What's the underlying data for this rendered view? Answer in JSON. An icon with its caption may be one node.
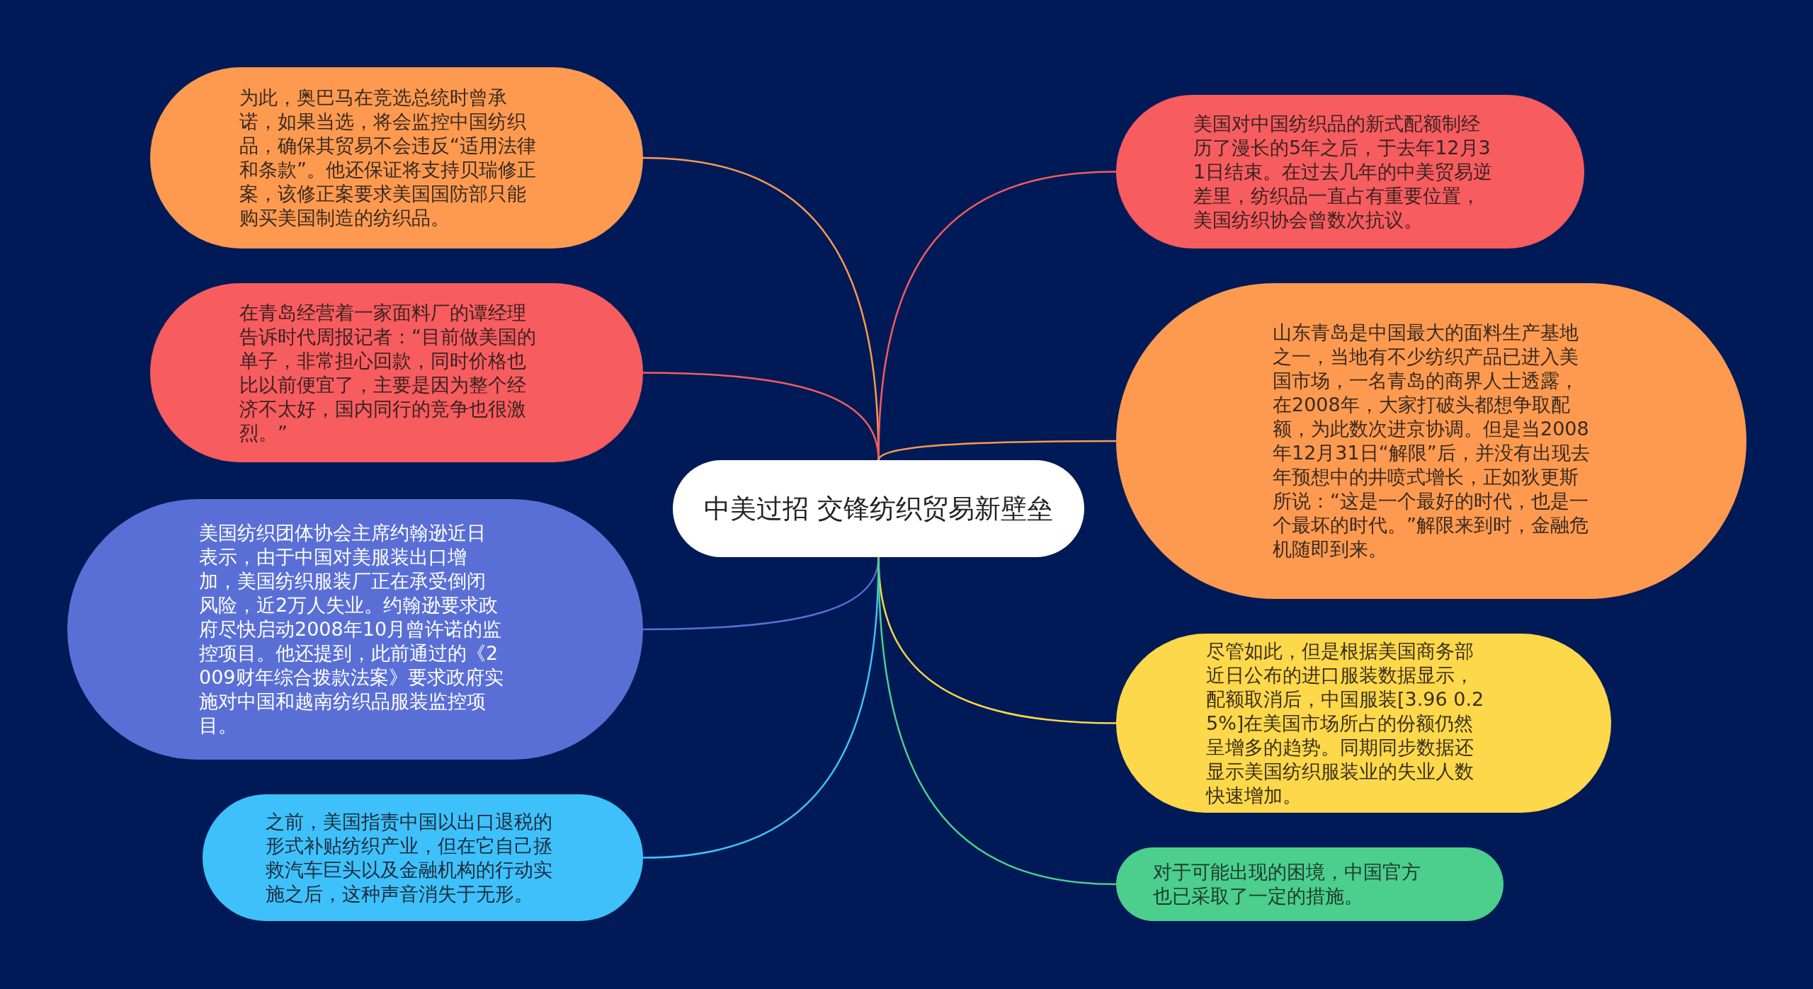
{
  "diagram": {
    "nodes": [
      {
        "text": [
          "中美过招 交锋纺织贸易新壁垒"
        ]
      },
      {
        "text": [
          "为此，奥巴马在竞选总统时曾承诺，如果当选，将会监控中国纺织品，确保其贸易不会违反“适用法律和条款”。他还保证将支持贝瑞修正案，该修正案要求美国国防部只能购买美国制造的纺织品。"
        ]
      },
      {
        "text": [
          "在青岛经营着一家面料厂的谭经理告诉时代周报记者：“目前做美国的单子，非常担心回款，同时价格也比以前便宜了，主要是因为整个经济不太好，国内同行的竞争也很激烈。”"
        ]
      },
      {
        "text": [
          "美国纺织团体协会主席约翰逊近日表示，由于中国对美服装出口增加，美国纺织服装厂正在承受倒闭风险，近2万人失业。约翰逊要求政府尽快启动2008年10月曾许诺的监控项目。他还提到，此前通过的《2009财年综合拨款法案》要求政府实施对中国和越南纺织品服装监控项目。"
        ]
      },
      {
        "text": [
          "之前，美国指责中国以出口退税的形式补贴纺织产业，但在它自己拯救汽车巨头以及金融机构的行动实施之后，这种声音消失于无形。"
        ]
      },
      {
        "text": [
          "美国对中国纺织品的新式配额制经历了漫长的5年之后，于去年12月31日结束。在过去几年的中美贸易逆差里，纺织品一直占有重要位置，美国纺织协会曾数次抗议。"
        ]
      },
      {
        "text": [
          "山东青岛是中国最大的面料生产基地之一，当地有不少纺织产品已进入美国市场，一名青岛的商界人士透露，在2008年，大家打破头都想争取配额，为此数次进京协调。但是当2008年12月31日“解限”后，并没有出现去年预想中的井喷式增长，正如狄更斯所说：“这是一个最好的时代，也是一个最坏的时代。”解限来到时，金融危机随即到来。"
        ]
      },
      {
        "text": [
          "尽管如此，但是根据美国商务部近日公布的进口服装数据显示，配额取消后，中国服装[3.96 0.25%]在美国市场所占的份额仍然呈增多的趋势。同期同步数据还显示美国纺织服装业的失业人数快速增加。"
        ]
      },
      {
        "text": [
          "对于可能出现的困境，中国官方也已采取了一定的措施。"
        ]
      }
    ],
    "edges": [
      {
        "from": 0,
        "to": 1,
        "arrow": "none",
        "color": "#fd9a50"
      },
      {
        "from": 0,
        "to": 2,
        "arrow": "none",
        "color": "#f75c5f"
      },
      {
        "from": 0,
        "to": 3,
        "arrow": "none",
        "color": "#5a6fd6"
      },
      {
        "from": 0,
        "to": 4,
        "arrow": "none",
        "color": "#3ec1fb"
      },
      {
        "from": 0,
        "to": 5,
        "arrow": "none",
        "color": "#f75c5f"
      },
      {
        "from": 0,
        "to": 6,
        "arrow": "none",
        "color": "#fd9a50"
      },
      {
        "from": 0,
        "to": 7,
        "arrow": "none",
        "color": "#fdd84a"
      },
      {
        "from": 0,
        "to": 8,
        "arrow": "none",
        "color": "#4cce8d"
      }
    ]
  }
}
